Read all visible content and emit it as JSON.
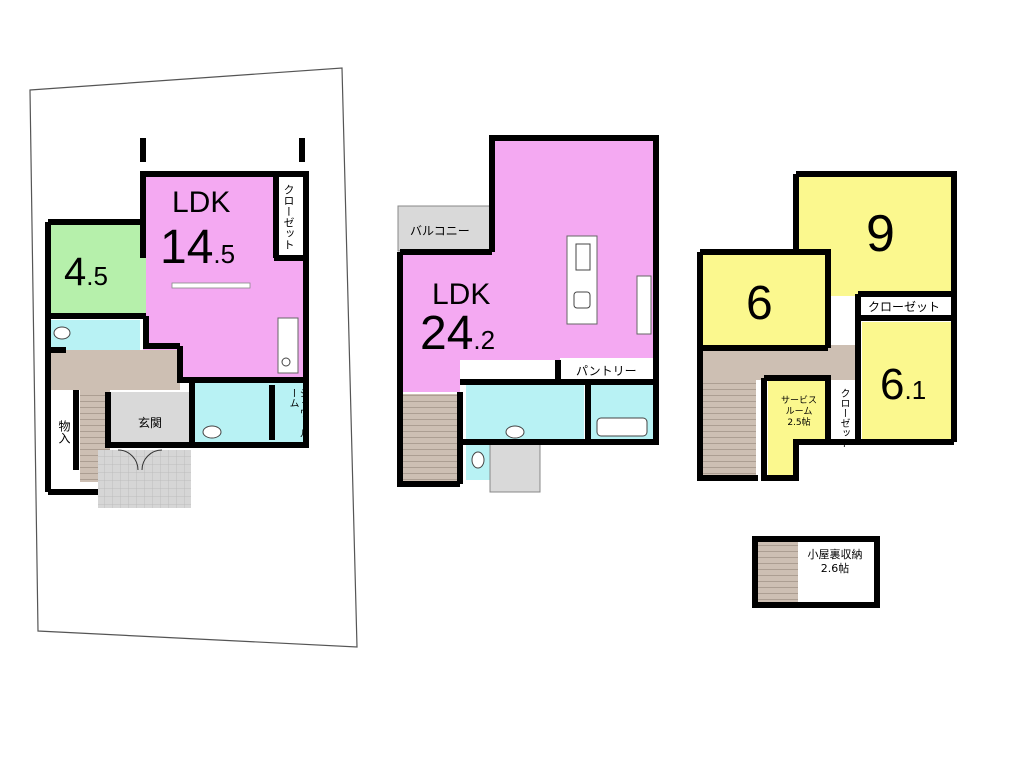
{
  "colors": {
    "ldk": "#f4a9f2",
    "japanese_room": "#b6f0ab",
    "wet_area": "#b8f2f4",
    "bedroom": "#fbf88e",
    "stair": "#cdbfb3",
    "exterior": "#d9d9d9",
    "wall": "#000000"
  },
  "floor1": {
    "ldk_label": "LDK",
    "ldk_size_int": "14",
    "ldk_size_dec": ".5",
    "washitsu_int": "4",
    "washitsu_dec": ".5",
    "closet_label": "クローゼット",
    "shower_label": "シャワールーム",
    "storage_label": "物入",
    "entrance_label": "玄関"
  },
  "floor2": {
    "ldk_label": "LDK",
    "ldk_size_int": "24",
    "ldk_size_dec": ".2",
    "balcony_label": "バルコニー",
    "pantry_label": "パントリー"
  },
  "floor3": {
    "room9_size": "9",
    "room6_size": "6",
    "room61_int": "6",
    "room61_dec": ".1",
    "closet_h_label": "クローゼット",
    "closet_v_label": "クローゼット",
    "service_line1": "サービス",
    "service_line2": "ルーム",
    "service_line3": "2.5帖"
  },
  "attic": {
    "line1": "小屋裏収納",
    "line2": "2.6帖"
  }
}
